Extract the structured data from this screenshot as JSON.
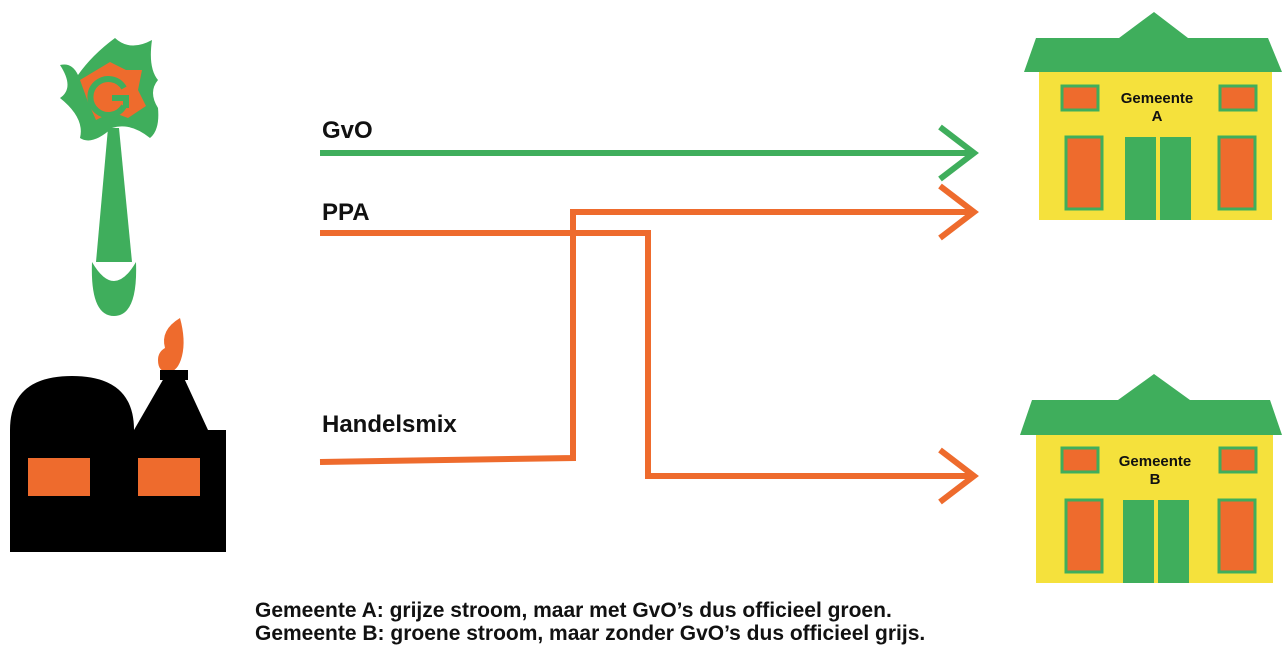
{
  "colors": {
    "green": "#3fae5c",
    "orange": "#ee6b2d",
    "yellow": "#f5e13c",
    "black": "#000000",
    "text": "#111111"
  },
  "flows": {
    "gvo": "GvO",
    "ppa": "PPA",
    "handelsmix": "Handelsmix"
  },
  "buildings": {
    "a": {
      "line1": "Gemeente",
      "line2": "A"
    },
    "b": {
      "line1": "Gemeente",
      "line2": "B"
    }
  },
  "icons": {
    "wind_turbine": "wind-turbine-icon",
    "factory": "gas-power-plant-icon",
    "building_a": "town-hall-icon",
    "building_b": "town-hall-icon",
    "turbine_logo": "letter-g-icon"
  },
  "caption": {
    "line1": "Gemeente A: grijze stroom, maar met GvO’s dus officieel groen.",
    "line2": "Gemeente B: groene stroom, maar zonder GvO’s dus officieel grijs."
  }
}
